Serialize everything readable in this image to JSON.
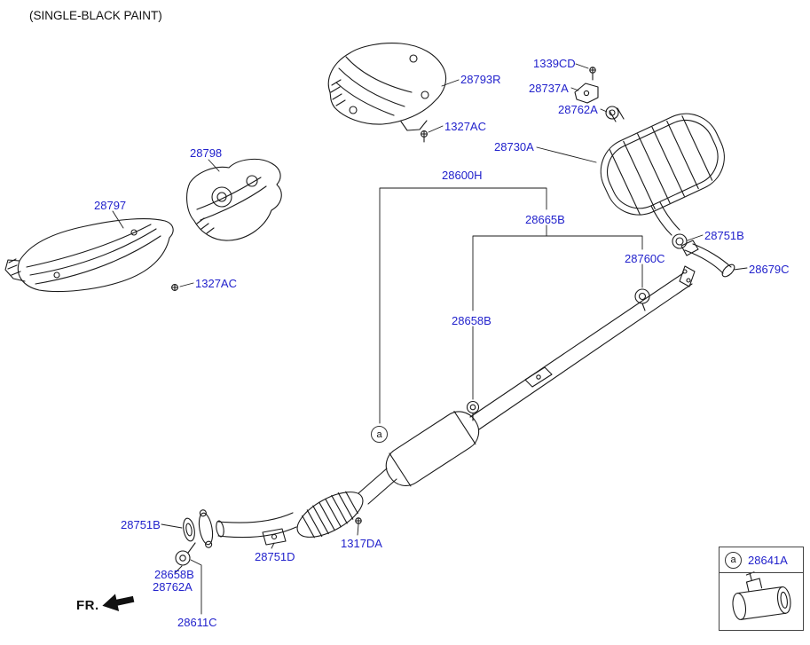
{
  "diagram": {
    "note": "(SINGLE-BLACK PAINT)",
    "fr_label": "FR.",
    "marker": "a"
  },
  "colors": {
    "label_blue": "#2222cc",
    "line_black": "#1a1a1a",
    "background": "#ffffff"
  },
  "parts": {
    "28793R": "28793R",
    "1339CD": "1339CD",
    "28737A": "28737A",
    "28762A": "28762A",
    "28730A": "28730A",
    "28798": "28798",
    "28797": "28797",
    "1327AC": "1327AC",
    "28600H": "28600H",
    "28665B": "28665B",
    "28751B": "28751B",
    "28760C": "28760C",
    "28679C": "28679C",
    "28658B": "28658B",
    "28751D": "28751D",
    "1317DA": "1317DA",
    "28611C": "28611C",
    "28641A": "28641A"
  },
  "legend": {
    "marker": "a",
    "part": "28641A"
  }
}
